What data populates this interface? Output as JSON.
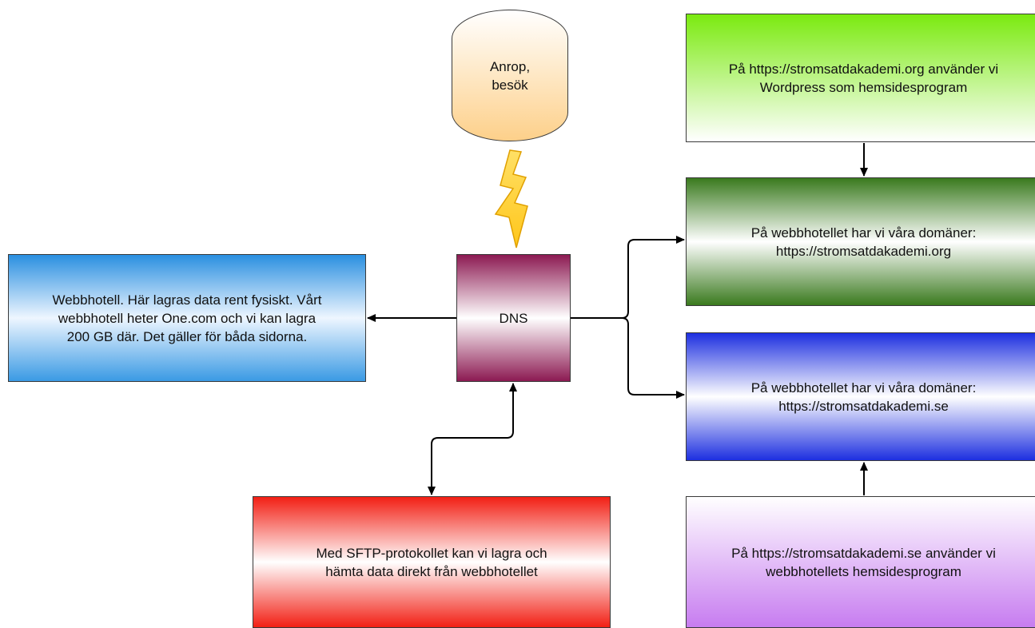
{
  "nodes": {
    "visit": "Anrop,\nbesök",
    "hosting": "Webbhotell. Här lagras data rent fysiskt. Vårt\nwebbhotell heter One.com och vi kan lagra\n200 GB där. Det gäller för båda sidorna.",
    "dns": "DNS",
    "wordpress": "På https://stromsatdakademi.org använder vi\nWordpress som hemsidesprogram",
    "domain_org": "På webbhotellet har vi våra domäner:\nhttps://stromsatdakademi.org",
    "domain_se": "På webbhotellet har vi våra domäner:\nhttps://stromsatdakademi.se",
    "sftp": "Med SFTP-protokollet kan vi lagra och\nhämta data direkt från webbhotellet",
    "se_program": "På https://stromsatdakademi.se använder vi\nwebbhotellets hemsidesprogram"
  },
  "colors": {
    "visit": "#fdd08a",
    "hosting": "#2a8fe0",
    "dns": "#8c1a52",
    "wordpress": "#7bea10",
    "domain_org": "#3a7a1e",
    "domain_se": "#1d2fe0",
    "sftp": "#f21f14",
    "se_program": "#c77cf0",
    "lightning": "#ffd23a",
    "wire": "#000000"
  },
  "icons": [
    "lightning-bolt-icon"
  ]
}
